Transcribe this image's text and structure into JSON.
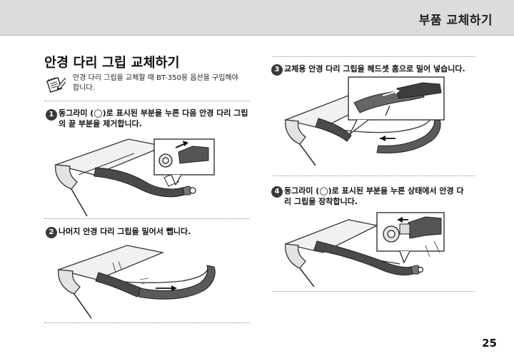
{
  "header": {
    "title": "부품 교체하기"
  },
  "section": {
    "title": "안경 다리 그립 교체하기"
  },
  "note": {
    "icon": "note-pencil-icon",
    "line1": "안경 다리 그립을 교체할 때 BT-350용 옵션을 구입해야",
    "line2": "합니다."
  },
  "steps": [
    {
      "number": "1",
      "line1": "동그라미 (◯)로 표시된 부분을 누른 다음 안경 다리 그립",
      "line2": "의 끝 부분을 제거합니다."
    },
    {
      "number": "2",
      "line1": "나머지 안경 다리 그립을 밀어서 뺍니다.",
      "line2": ""
    },
    {
      "number": "3",
      "line1": "교체용 안경 다리 그립을 헤드셋 홈으로 밀어 넣습니다.",
      "line2": ""
    },
    {
      "number": "4",
      "line1": "동그라미 (◯)로 표시된 부분을 누른 상태에서 안경 다",
      "line2": "리 그립을 장착합니다."
    }
  ],
  "footer": {
    "page_number": "25"
  }
}
